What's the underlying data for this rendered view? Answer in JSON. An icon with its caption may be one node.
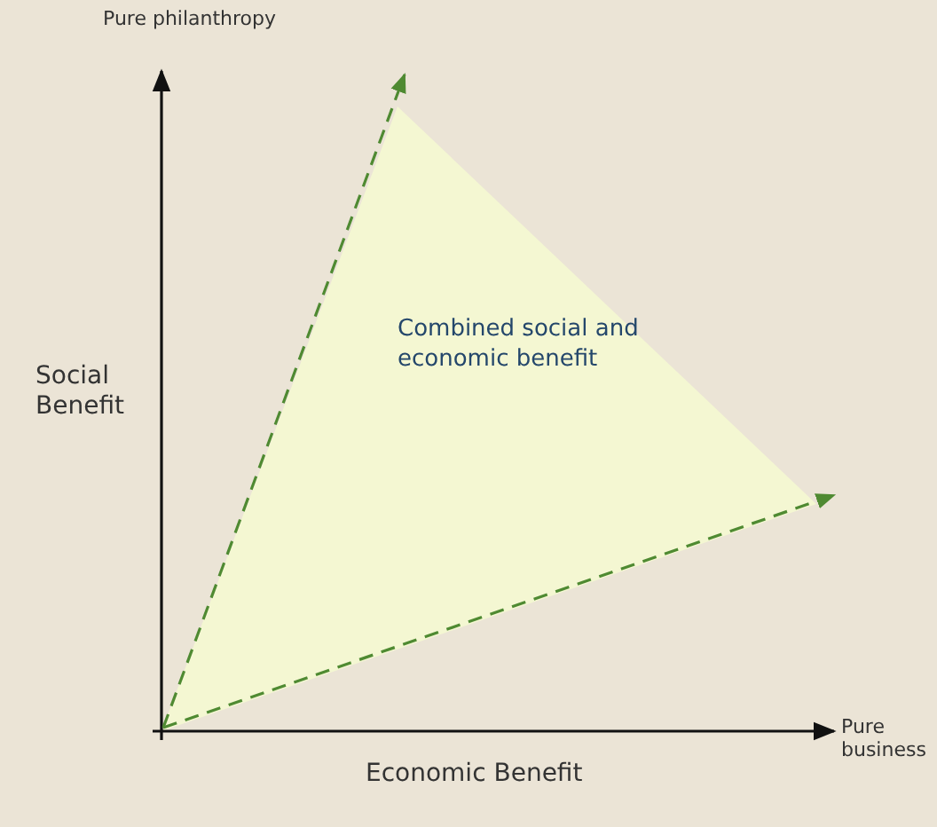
{
  "diagram": {
    "nodes": [
      {
        "text": [
          "Combined social and economic benefit"
        ]
      }
    ],
    "labels": [
      "Pure philanthropy",
      "Social Benefit",
      "Pure business",
      "Economic Benefit"
    ]
  }
}
